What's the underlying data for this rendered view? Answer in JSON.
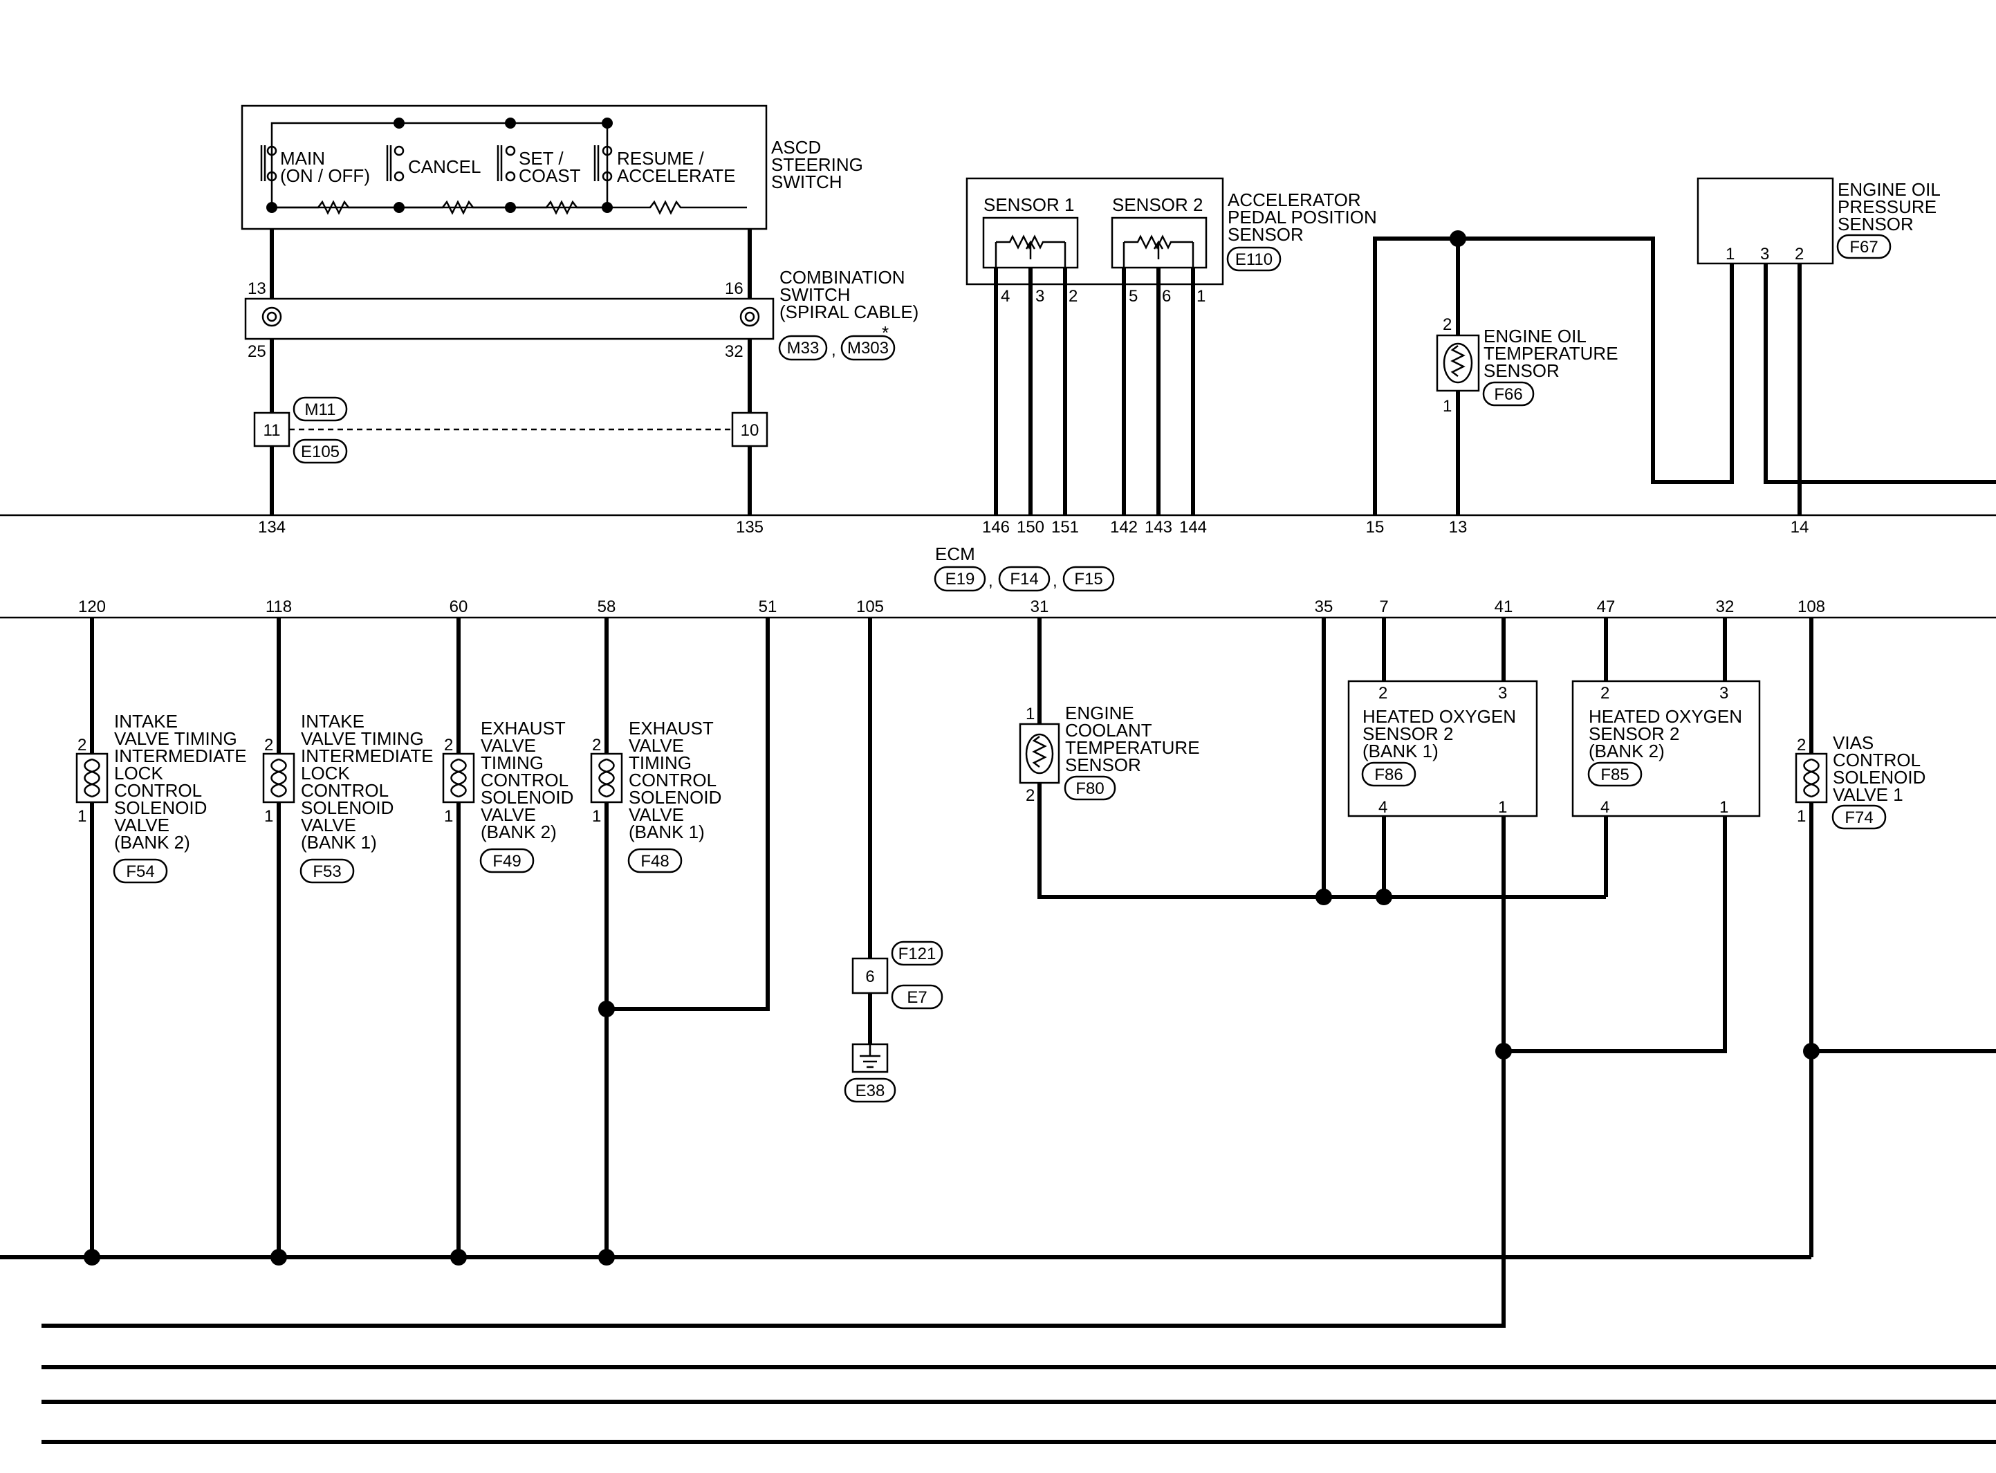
{
  "ascd": {
    "title": [
      "ASCD",
      "STEERING",
      "SWITCH"
    ],
    "sw_main": [
      "MAIN",
      "(ON / OFF)"
    ],
    "sw_cancel": [
      "CANCEL"
    ],
    "sw_set": [
      "SET /",
      "COAST"
    ],
    "sw_resume": [
      "RESUME /",
      "ACCELERATE"
    ]
  },
  "combination_switch": {
    "title": [
      "COMBINATION",
      "SWITCH",
      "(SPIRAL CABLE)"
    ],
    "asterisk": "*",
    "pins_top": [
      "13",
      "16"
    ],
    "pins_bottom": [
      "25",
      "32"
    ],
    "connectors": [
      "M33",
      "M303"
    ],
    "separator": ","
  },
  "inline_connector": {
    "pins": [
      "11",
      "10"
    ],
    "tags": [
      "M11",
      "E105"
    ]
  },
  "apps": {
    "title": [
      "ACCELERATOR",
      "PEDAL POSITION",
      "SENSOR"
    ],
    "connector": "E110",
    "sensor1": "SENSOR 1",
    "sensor2": "SENSOR 2",
    "pins_s1": [
      "4",
      "3",
      "2"
    ],
    "pins_s2": [
      "5",
      "6",
      "1"
    ]
  },
  "oil_temp": {
    "title": [
      "ENGINE OIL",
      "TEMPERATURE",
      "SENSOR"
    ],
    "connector": "F66",
    "pins": [
      "2",
      "1"
    ]
  },
  "oil_press": {
    "title": [
      "ENGINE OIL",
      "PRESSURE",
      "SENSOR"
    ],
    "connector": "F67",
    "pins": [
      "1",
      "3",
      "2"
    ]
  },
  "ecm": {
    "title": "ECM",
    "connectors": [
      "E19",
      "F14",
      "F15"
    ],
    "separator": ",",
    "top_pins": [
      "134",
      "135",
      "146",
      "150",
      "151",
      "142",
      "143",
      "144",
      "15",
      "13",
      "14"
    ],
    "bottom_pins": [
      "120",
      "118",
      "60",
      "58",
      "51",
      "105",
      "31",
      "35",
      "7",
      "41",
      "47",
      "32",
      "108"
    ]
  },
  "solenoids": [
    {
      "lines": [
        "INTAKE",
        "VALVE TIMING",
        "INTERMEDIATE",
        "LOCK",
        "CONTROL",
        "SOLENOID",
        "VALVE",
        "(BANK 2)"
      ],
      "connector": "F54",
      "pins": [
        "2",
        "1"
      ]
    },
    {
      "lines": [
        "INTAKE",
        "VALVE TIMING",
        "INTERMEDIATE",
        "LOCK",
        "CONTROL",
        "SOLENOID",
        "VALVE",
        "(BANK 1)"
      ],
      "connector": "F53",
      "pins": [
        "2",
        "1"
      ]
    },
    {
      "lines": [
        "EXHAUST",
        "VALVE",
        "TIMING",
        "CONTROL",
        "SOLENOID",
        "VALVE",
        "(BANK 2)"
      ],
      "connector": "F49",
      "pins": [
        "2",
        "1"
      ]
    },
    {
      "lines": [
        "EXHAUST",
        "VALVE",
        "TIMING",
        "CONTROL",
        "SOLENOID",
        "VALVE",
        "(BANK 1)"
      ],
      "connector": "F48",
      "pins": [
        "2",
        "1"
      ]
    },
    {
      "lines": [
        "VIAS",
        "CONTROL",
        "SOLENOID",
        "VALVE 1"
      ],
      "connector": "F74",
      "pins": [
        "2",
        "1"
      ]
    }
  ],
  "ground": {
    "pin": "6",
    "tags": [
      "F121",
      "E7"
    ],
    "ground_connector": "E38"
  },
  "coolant": {
    "title": [
      "ENGINE",
      "COOLANT",
      "TEMPERATURE",
      "SENSOR"
    ],
    "connector": "F80",
    "pins": [
      "1",
      "2"
    ]
  },
  "ho2s_b1": {
    "title": [
      "HEATED OXYGEN",
      "SENSOR 2",
      "(BANK 1)"
    ],
    "connector": "F86",
    "pins_top": [
      "2",
      "3"
    ],
    "pins_bottom": [
      "4",
      "1"
    ]
  },
  "ho2s_b2": {
    "title": [
      "HEATED OXYGEN",
      "SENSOR 2",
      "(BANK 2)"
    ],
    "connector": "F85",
    "pins_top": [
      "2",
      "3"
    ],
    "pins_bottom": [
      "4",
      "1"
    ]
  }
}
